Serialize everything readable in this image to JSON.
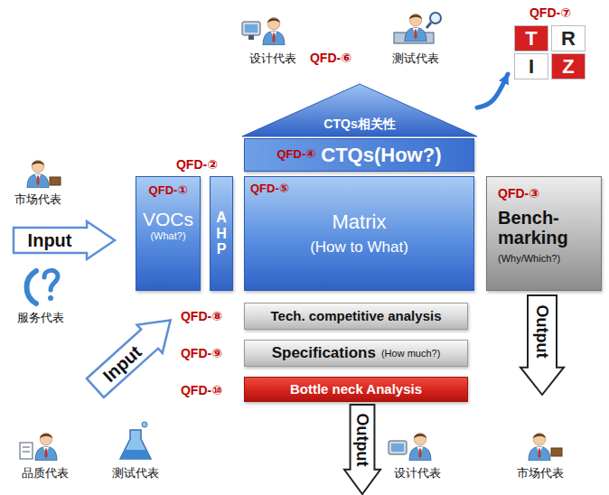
{
  "diagram": {
    "nodes": [
      {
        "text": [
          "CTQs相关性"
        ]
      },
      {
        "text": [
          "QFD-⑦",
          "T",
          "R",
          "I",
          "Z"
        ]
      },
      {
        "text": [
          "QFD-④",
          "CTQs(How?)"
        ]
      },
      {
        "text": [
          "Input"
        ]
      },
      {
        "text": [
          "QFD-①",
          "VOCs",
          "(What?)"
        ]
      },
      {
        "text": [
          "AHP"
        ]
      },
      {
        "text": [
          "QFD-⑤",
          "Matrix",
          "(How to What)"
        ]
      },
      {
        "text": [
          "QFD-③",
          "Bench- marking",
          "(Why/Which?)"
        ]
      },
      {
        "text": [
          "Output"
        ]
      },
      {
        "text": [
          "Input"
        ]
      },
      {
        "text": [
          "Tech. competitive analysis"
        ]
      },
      {
        "text": [
          "Specifications",
          "(How much?)"
        ]
      },
      {
        "text": [
          "Bottle neck Analysis"
        ]
      },
      {
        "text": [
          "Output"
        ]
      }
    ],
    "edges": [
      {
        "from": 0,
        "to": 1,
        "arrow": "to"
      }
    ],
    "labels": [
      "设计代表",
      "QFD-⑥",
      "测试代表",
      "市场代表",
      "服务代表",
      "QFD-②",
      "QFD-⑧",
      "QFD-⑨",
      "QFD-⑩",
      "品质代表",
      "测试代表",
      "设计代表",
      "市场代表"
    ]
  }
}
